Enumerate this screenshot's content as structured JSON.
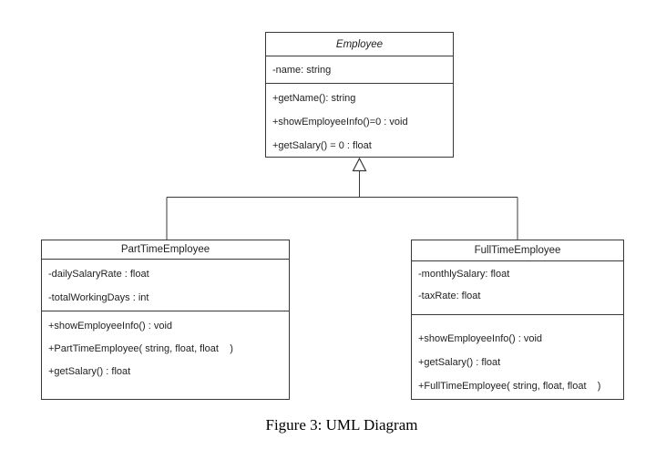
{
  "diagram": {
    "caption": "Figure 3: UML Diagram",
    "colors": {
      "stroke": "#383838",
      "fill": "#ffffff",
      "text": "#1f1f1f",
      "background": "#ffffff"
    },
    "classes": [
      {
        "name": "Employee",
        "abstract": true,
        "attributes": [
          "-name: string"
        ],
        "methods": [
          "+getName(): string",
          "+showEmployeeInfo()=0 : void",
          "+getSalary() = 0 : float"
        ]
      },
      {
        "name": "PartTimeEmployee",
        "abstract": false,
        "attributes": [
          "-dailySalaryRate : float",
          "-totalWorkingDays : int"
        ],
        "methods": [
          "+showEmployeeInfo() : void",
          "+PartTimeEmployee( string, float, float    )",
          "+getSalary() : float"
        ]
      },
      {
        "name": "FullTimeEmployee",
        "abstract": false,
        "attributes": [
          "-monthlySalary: float",
          "-taxRate: float"
        ],
        "methods": [
          "+showEmployeeInfo() : void",
          "+getSalary() : float",
          "+FullTimeEmployee( string, float, float    )"
        ]
      }
    ],
    "relationships": [
      {
        "type": "generalization",
        "from": "PartTimeEmployee",
        "to": "Employee"
      },
      {
        "type": "generalization",
        "from": "FullTimeEmployee",
        "to": "Employee"
      }
    ]
  }
}
